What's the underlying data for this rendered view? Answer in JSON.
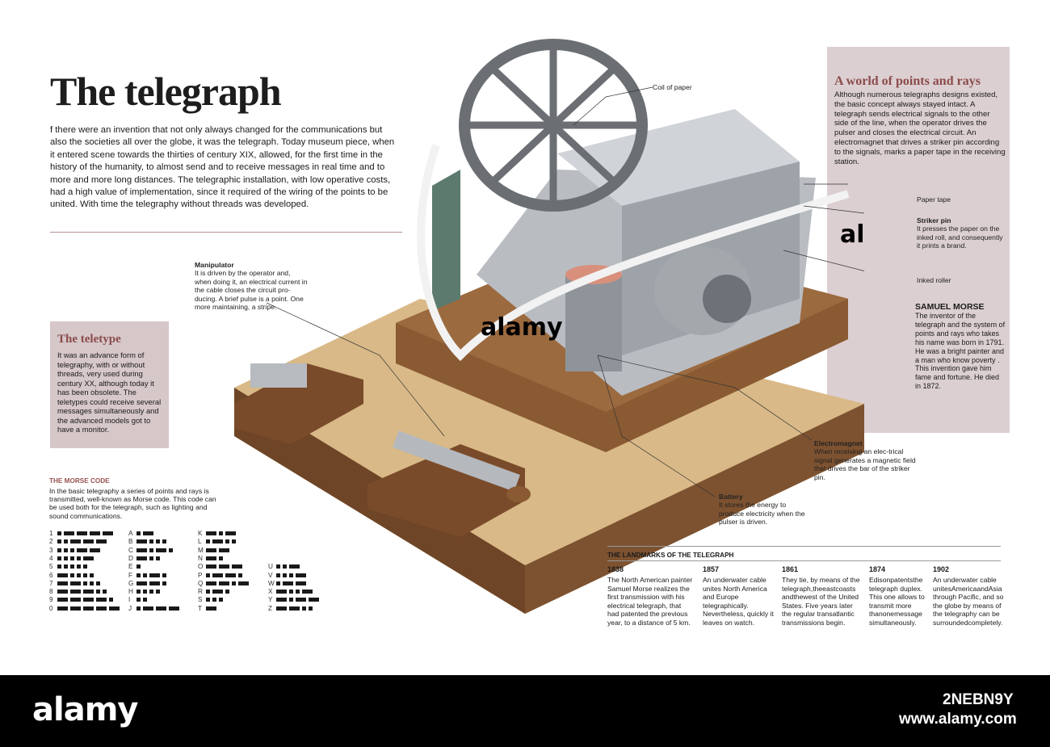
{
  "title": "The telegraph",
  "intro": "f there were an invention that not only always changed for the communications but also the societies all over the globe, it was the telegraph. Today museum piece, when it entered scene towards the thirties of century XIX, allowed, for the first time in the history of the humanity, to almost send and to receive messages in real time and to more and more long distances. The telegraphic installation, with low operative costs, had a high value of implementation, since it required of the wiring of the points to be united. With time the telegraphy without threads was developed.",
  "world": {
    "heading": "A world of points and rays",
    "body": "Although numerous telegraphs designs existed, the basic concept always stayed intact. A telegraph sends electrical signals to the other side of the line, when the operator drives the pulser and closes the electrical circuit. An electromagnet that drives a striker pin according to the signals, marks a paper tape in the receiving station."
  },
  "labels": {
    "coil": "Coil of paper",
    "paper_tape": "Paper tape",
    "striker_title": "Striker pin",
    "striker_text": "It presses the paper on the inked roll, and consequently it prints a brand.",
    "inked_roller": "Inked roller",
    "manipulator_title": "Manipulator",
    "manipulator_text": "It is driven by the operator and, when doing it, an electrical current in the cable closes the circuit pro-ducing. A brief pulse is a point. One more maintaining, a stripe.",
    "electromagnet_title": "Electromagnet",
    "electromagnet_text": "When receiving an elec-trical signal generates a magnetic field that drives the bar of the striker pin.",
    "battery_title": "Battery",
    "battery_text": "It stores the energy to produce electricity when the pulser is driven."
  },
  "samuel": {
    "heading": "SAMUEL MORSE",
    "body": "The inventor of the telegraph and the system of points and rays who takes his name was born in 1791. He was a bright painter and a man who know poverty . This invention gave him fame and fortune. He died in 1872."
  },
  "teletype": {
    "heading": "The teletype",
    "body": "It was an advance form of telegraphy, with or without threads, very used during century XX, although today it has been obsolete. The teletypes could receive several messages simultaneously and the advanced models got to have a monitor."
  },
  "morse": {
    "heading": "THE MORSE CODE",
    "body": "In the basic telegraphy  a series of points and rays is transmitted, well-known as Morse code. This code can be used both for the telegraph, such as lighting and sound communications.",
    "groups": [
      {
        "rows": [
          {
            "ch": "1",
            "code": ".----"
          },
          {
            "ch": "2",
            "code": "..---"
          },
          {
            "ch": "3",
            "code": "...--"
          },
          {
            "ch": "4",
            "code": "....-"
          },
          {
            "ch": "5",
            "code": "....."
          },
          {
            "ch": "6",
            "code": "-...."
          },
          {
            "ch": "7",
            "code": "--..."
          },
          {
            "ch": "8",
            "code": "---.."
          },
          {
            "ch": "9",
            "code": "----."
          },
          {
            "ch": "0",
            "code": "-----"
          }
        ]
      },
      {
        "rows": [
          {
            "ch": "A",
            "code": ".-"
          },
          {
            "ch": "B",
            "code": "-..."
          },
          {
            "ch": "C",
            "code": "-.-."
          },
          {
            "ch": "D",
            "code": "-.."
          },
          {
            "ch": "E",
            "code": "."
          },
          {
            "ch": "F",
            "code": "..-."
          },
          {
            "ch": "G",
            "code": "--."
          },
          {
            "ch": "H",
            "code": "...."
          },
          {
            "ch": "I",
            "code": ".."
          },
          {
            "ch": "J",
            "code": ".---"
          }
        ]
      },
      {
        "rows": [
          {
            "ch": "K",
            "code": "-.-"
          },
          {
            "ch": "L",
            "code": ".-.."
          },
          {
            "ch": "M",
            "code": "--"
          },
          {
            "ch": "N",
            "code": "-."
          },
          {
            "ch": "O",
            "code": "---"
          },
          {
            "ch": "P",
            "code": ".--."
          },
          {
            "ch": "Q",
            "code": "--.-"
          },
          {
            "ch": "R",
            "code": ".-."
          },
          {
            "ch": "S",
            "code": "..."
          },
          {
            "ch": "T",
            "code": "-"
          }
        ]
      },
      {
        "rows": [
          {
            "ch": "U",
            "code": "..-"
          },
          {
            "ch": "V",
            "code": "...-"
          },
          {
            "ch": "W",
            "code": ".--"
          },
          {
            "ch": "X",
            "code": "-..-"
          },
          {
            "ch": "Y",
            "code": "-.--"
          },
          {
            "ch": "Z",
            "code": "--.."
          }
        ]
      }
    ]
  },
  "timeline": {
    "heading": "THE LANDMARKS OF THE TELEGRAPH",
    "items": [
      {
        "year": "1838",
        "text": "The North American painter Samuel Morse realizes the first transmission with his electrical telegraph, that had patented the previous year, to a distance of 5 km."
      },
      {
        "year": "1857",
        "text": "An underwater cable unites North America and Europe telegraphically. Nevertheless, quickly it leaves on watch."
      },
      {
        "year": "1861",
        "text": "They tie, by means of the telegraph,theeastcoasts andthewest of the United States. Five years later the regular transatlantic transmissions begin."
      },
      {
        "year": "1874",
        "text": "Edisonpatentsthe telegraph duplex. This one allows to transmit more thanonemessage simultaneously."
      },
      {
        "year": "1902",
        "text": "An underwater cable unitesAmericaandAsia through Pacific, and so the globe by means of the telegraphy can be surroundedcompletely."
      }
    ]
  },
  "watermark": "alamy",
  "footer": {
    "logo": "alamy",
    "image_id": "2NEBN9Y",
    "url": "www.alamy.com"
  },
  "colors": {
    "panel_pink": "#dccfd1",
    "accent_red": "#8b4b4b",
    "wood": "#8a5a33",
    "metal": "#a9adb2"
  }
}
